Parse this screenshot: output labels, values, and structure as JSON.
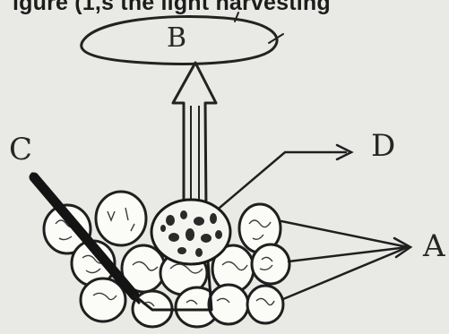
{
  "heading": "igure  (1,s the light harvesting",
  "labels": {
    "a": "A",
    "b": "B",
    "c": "C",
    "d": "D"
  }
}
